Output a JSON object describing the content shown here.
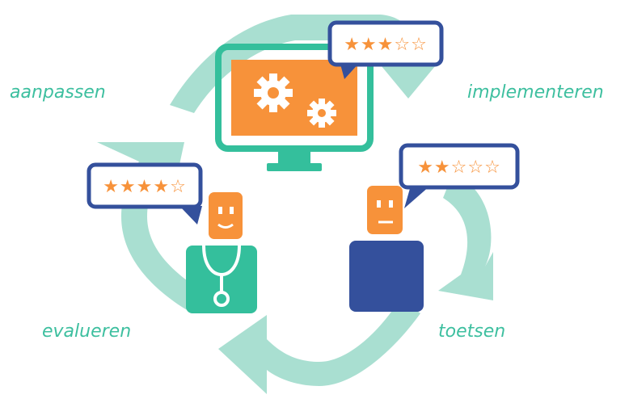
{
  "cycle_labels": {
    "aanpassen": "aanpassen",
    "implementeren": "implementeren",
    "evalueren": "evalueren",
    "toetsen": "toetsen"
  },
  "ratings": {
    "computer": {
      "score": 3,
      "max": 5
    },
    "doctor": {
      "score": 4,
      "max": 5
    },
    "patient": {
      "score": 2,
      "max": 5
    }
  },
  "icons": {
    "computer": "gears-monitor-icon",
    "doctor": "doctor-with-stethoscope-icon",
    "patient": "patient-icon"
  },
  "colors": {
    "cycle_arrow": "#a9dfd1",
    "label_text": "#3dbf9f",
    "orange": "#f7923a",
    "teal": "#34bf9c",
    "navy": "#34509c",
    "bubble_border": "#34509c"
  }
}
